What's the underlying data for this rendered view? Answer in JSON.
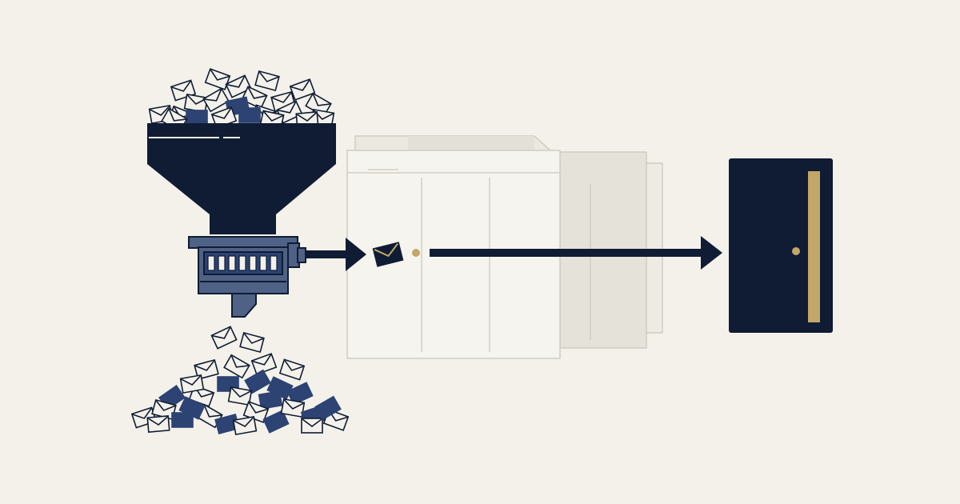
{
  "illustration": {
    "palette": {
      "background": "#f3f1ea",
      "navy": "#0f1c33",
      "slate_blue": "#2c4373",
      "steel": "#4f6286",
      "gold": "#c4a669",
      "paper": "#f6f4ee",
      "paper_shadow": "#dcd9cf",
      "outline": "#c9c6bc"
    },
    "elements": {
      "funnel": {
        "icon": "funnel-icon",
        "contents": "envelopes"
      },
      "filter_machine": {
        "icon": "filter-machine-icon",
        "window_slots": 7
      },
      "rejected_pile": {
        "icon": "envelope-pile-icon"
      },
      "selected_item": {
        "icon": "envelope-icon"
      },
      "documents": {
        "icon": "document-stack-icon",
        "count": 3
      },
      "destination": {
        "icon": "open-door-icon"
      }
    }
  }
}
